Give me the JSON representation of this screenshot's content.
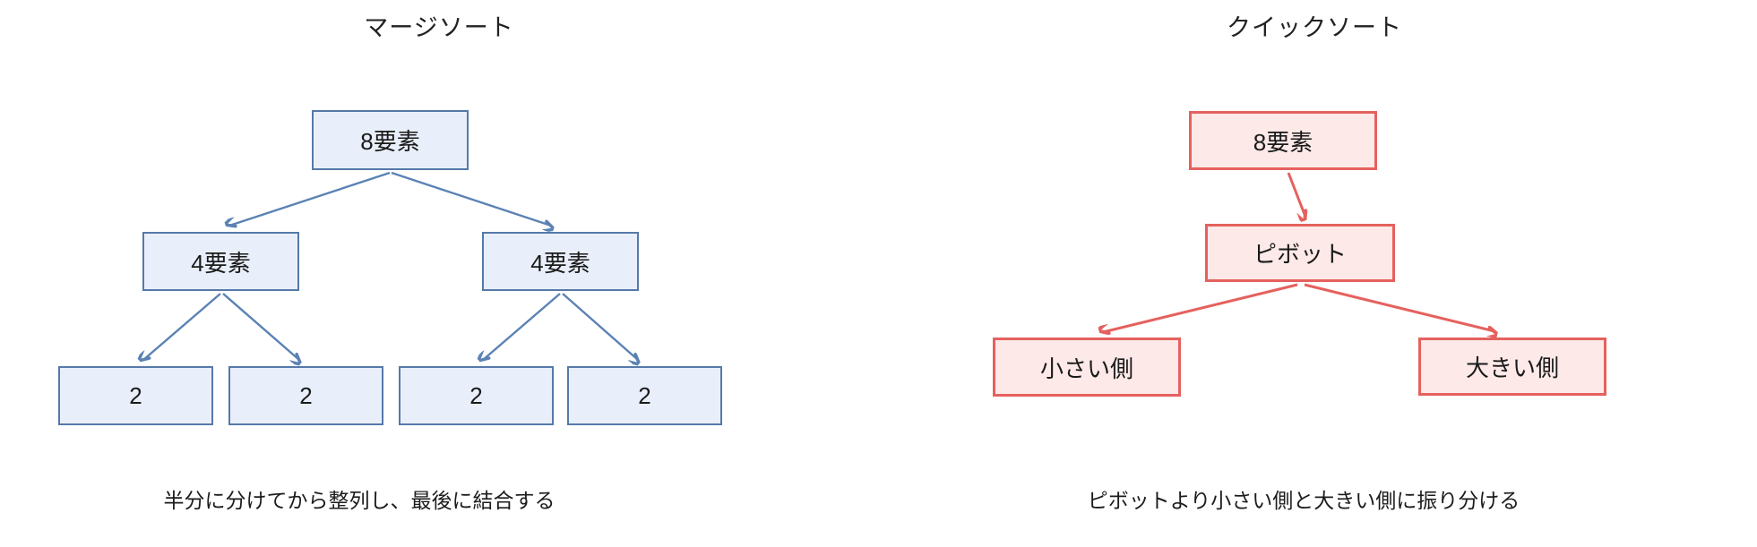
{
  "left_diagram": {
    "title": "マージソート",
    "caption": "半分に分けてから整列し、最後に結合する",
    "colors": {
      "box_border": "#5679a9",
      "box_fill": "#e9effa",
      "arrow": "#5b82b5"
    },
    "nodes": {
      "root": "8要素",
      "level1_left": "4要素",
      "level1_right": "4要素",
      "leaf1": "2",
      "leaf2": "2",
      "leaf3": "2",
      "leaf4": "2"
    }
  },
  "right_diagram": {
    "title": "クイックソート",
    "caption": "ピボットより小さい側と大きい側に振り分ける",
    "colors": {
      "box_border": "#e5615e",
      "box_fill": "#fce9e8",
      "arrow": "#e5615e"
    },
    "nodes": {
      "root": "8要素",
      "pivot": "ピボット",
      "smaller": "小さい側",
      "larger": "大きい側"
    }
  }
}
